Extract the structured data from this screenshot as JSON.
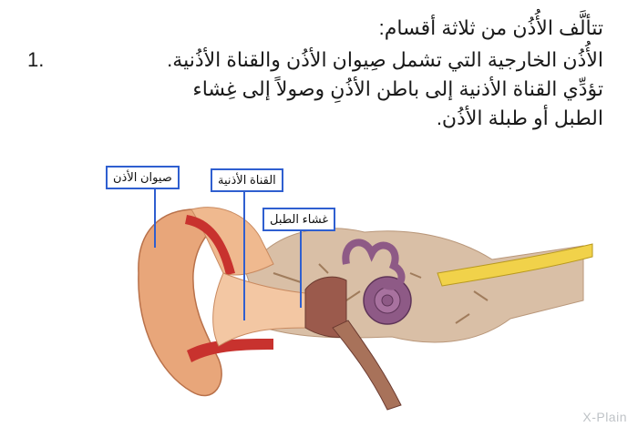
{
  "intro": "تتألَّف الأُذُن من ثلاثة أقسام:",
  "item": {
    "number": "1.",
    "lines": [
      "الأُذُن الخارجية التي تشمل صِيوان الأذُن والقناة الأذُنية.",
      "تؤدِّي القناة الأذنية إلى باطن الأذُنِ وصولاً إلى غِشاء",
      "الطبل أو طبلة الأذُن."
    ]
  },
  "labels": {
    "pinna": "صيوان الأذن",
    "ear_canal": "القناة الأذنية",
    "eardrum": "غشاء الطبل"
  },
  "watermark": "X-Plain",
  "colors": {
    "label_border": "#2f5fd0",
    "skin": "#e8a67a",
    "bone": "#d9bfa6",
    "inner_ear": "#8e5a86"
  }
}
